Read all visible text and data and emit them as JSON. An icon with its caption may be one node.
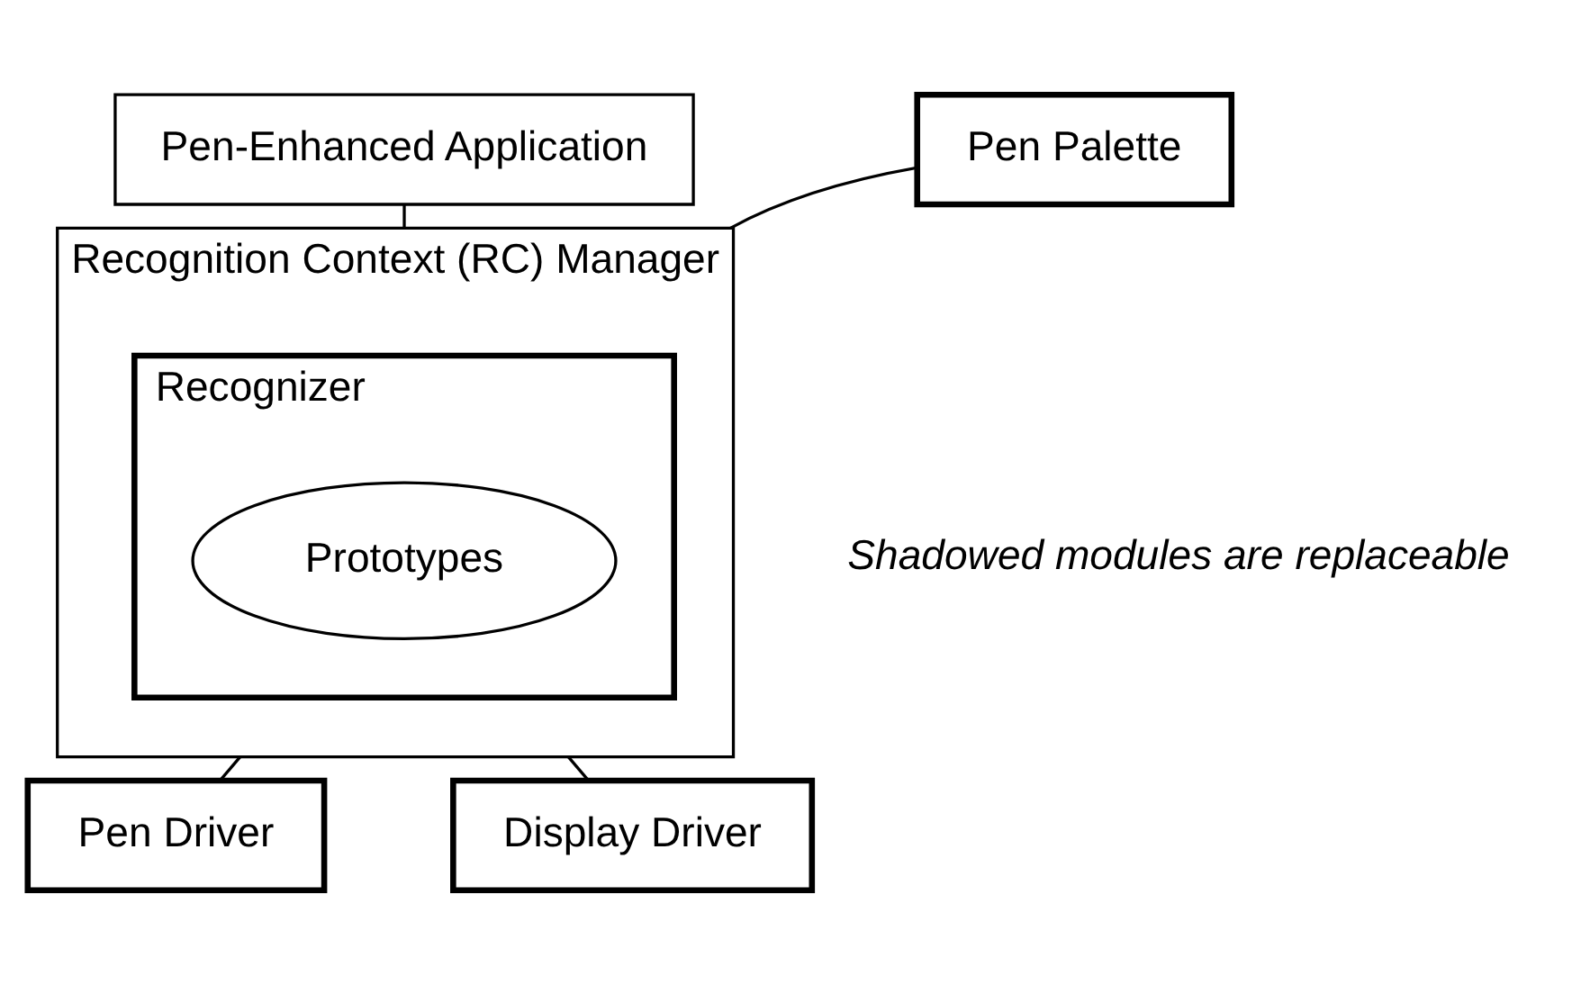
{
  "diagram": {
    "nodes": [
      {
        "text": [
          "Pen-Enhanced Application"
        ]
      },
      {
        "text": [
          "Pen Palette"
        ]
      },
      {
        "text": [
          "Recognition Context (RC) Manager"
        ]
      },
      {
        "text": [
          "Recognizer"
        ],
        "in": 2
      },
      {
        "text": [
          "Prototypes"
        ],
        "in": 3
      },
      {
        "text": [
          "Pen Driver"
        ]
      },
      {
        "text": [
          "Display Driver"
        ]
      }
    ],
    "edges": [
      {
        "from": 0,
        "to": 2,
        "arrow": "none"
      },
      {
        "from": 1,
        "to": 2,
        "arrow": "none"
      },
      {
        "from": 2,
        "to": 5,
        "arrow": "none"
      },
      {
        "from": 2,
        "to": 6,
        "arrow": "none"
      }
    ],
    "labels": [
      "Shadowed modules are replaceable"
    ]
  }
}
